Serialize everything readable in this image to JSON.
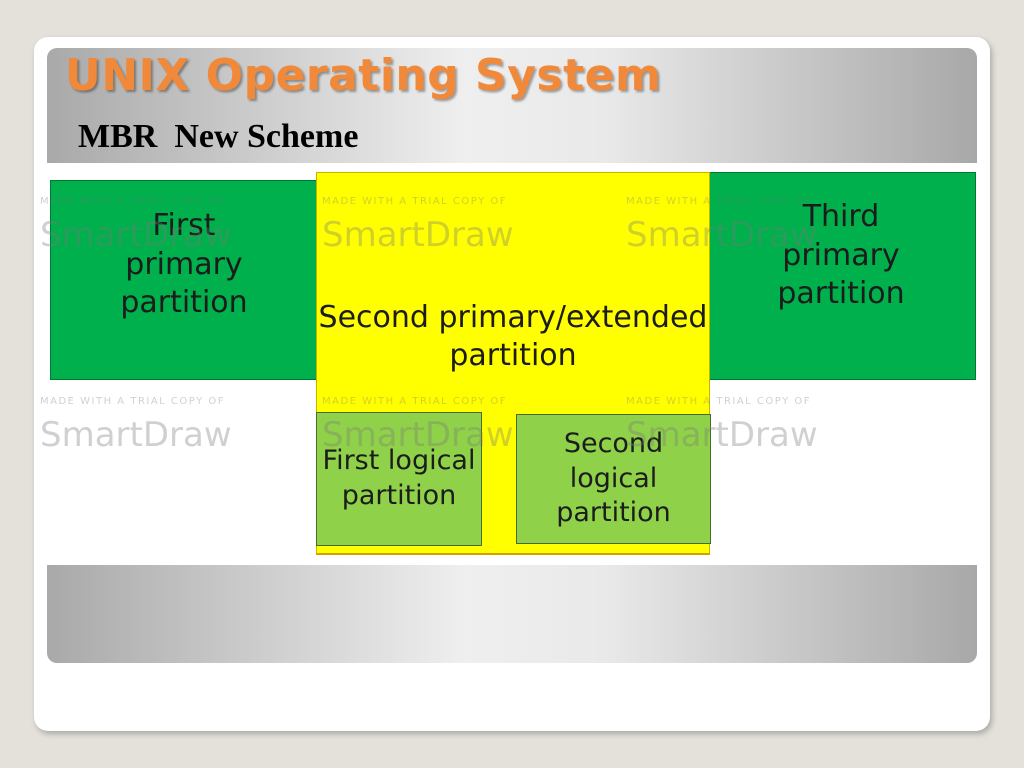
{
  "slide": {
    "title": "UNIX Operating System",
    "subtitle": "MBR  New Scheme"
  },
  "diagram": {
    "partitions": {
      "first_primary": "First\nprimary\npartition",
      "second_primary_extended": "Second primary/extended\npartition",
      "third_primary": "Third\nprimary\npartition",
      "first_logical": "First logical\npartition",
      "second_logical": "Second\nlogical\npartition"
    },
    "watermark": {
      "caption": "MADE WITH A TRIAL COPY OF",
      "brand": "SmartDraw"
    }
  },
  "colors": {
    "title": "#f08a3a",
    "primary_partition": "#00b04c",
    "extended_partition": "#ffff00",
    "logical_partition": "#8fd24a"
  }
}
